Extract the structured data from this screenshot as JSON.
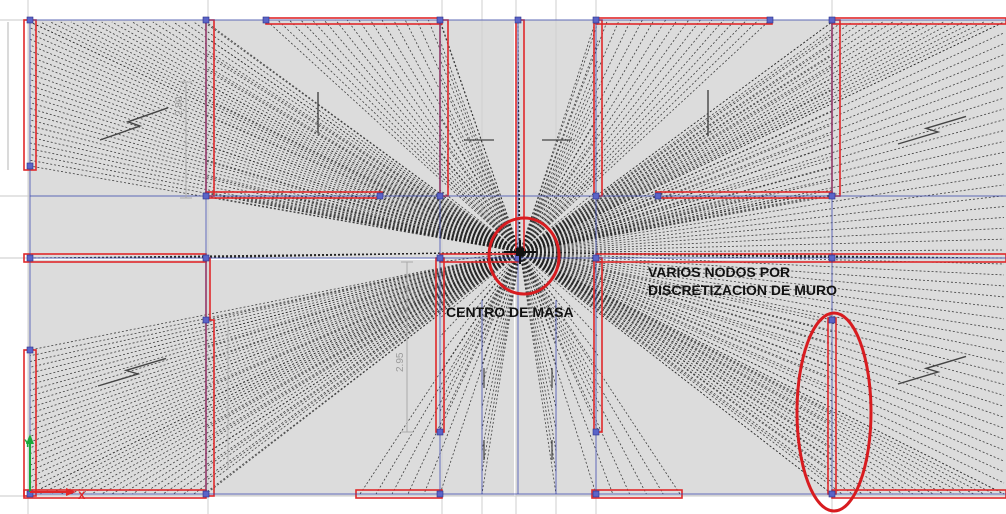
{
  "annotations": {
    "varios_line1": "VARIOS NODOS POR",
    "varios_line2": "DISCRETIZACION DE MURO",
    "centro": "CENTRO DE MASA"
  },
  "dimensions": {
    "left_upper": "2.80",
    "mid_left": "2.95"
  },
  "axes": {
    "x": "X",
    "y": "Y"
  },
  "colors": {
    "slab": "#dcdcdc",
    "wall": "#e0282a",
    "grid": "#3a48b0",
    "link": "#222222",
    "highlight": "#d81c20",
    "axis_x": "#e0282a",
    "axis_y": "#19a83a"
  }
}
